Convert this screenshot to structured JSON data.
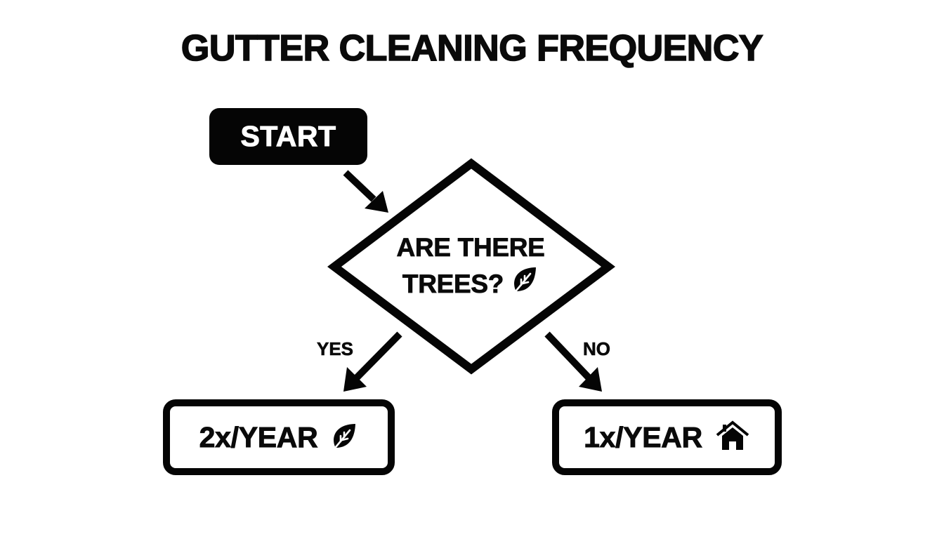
{
  "title": "GUTTER CLEANING FREQUENCY",
  "start": {
    "label": "START"
  },
  "decision": {
    "line1": "ARE THERE",
    "line2": "TREES?",
    "icon": "leaf-icon"
  },
  "branches": {
    "yes": {
      "label": "YES",
      "result": "2x/YEAR",
      "icon": "leaf-icon"
    },
    "no": {
      "label": "NO",
      "result": "1x/YEAR",
      "icon": "house-icon"
    }
  },
  "colors": {
    "ink": "#050505",
    "background": "#ffffff"
  }
}
